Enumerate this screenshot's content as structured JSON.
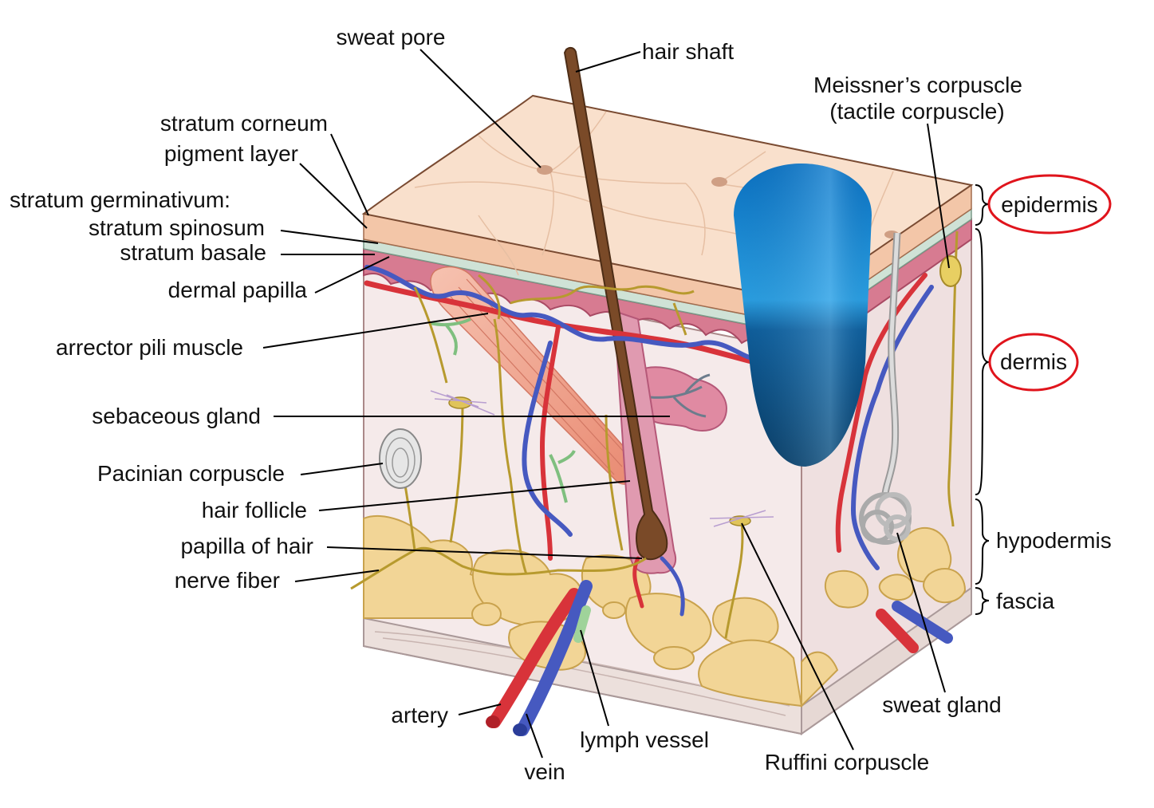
{
  "labels": {
    "sweat_pore": "sweat pore",
    "hair_shaft": "hair shaft",
    "meissner_line1": "Meissner’s corpuscle",
    "meissner_line2": "(tactile corpuscle)",
    "stratum_corneum": "stratum corneum",
    "pigment_layer": "pigment layer",
    "stratum_germinativum": "stratum germinativum:",
    "stratum_spinosum": "stratum spinosum",
    "stratum_basale": "stratum basale",
    "dermal_papilla": "dermal papilla",
    "arrector_pili_muscle": "arrector pili muscle",
    "sebaceous_gland": "sebaceous gland",
    "pacinian_corpuscle": "Pacinian corpuscle",
    "hair_follicle": "hair follicle",
    "papilla_of_hair": "papilla of hair",
    "nerve_fiber": "nerve fiber",
    "artery": "artery",
    "vein": "vein",
    "lymph_vessel": "lymph vessel",
    "ruffini_corpuscle": "Ruffini corpuscle",
    "sweat_gland": "sweat gland"
  },
  "layers": {
    "epidermis": "epidermis",
    "dermis": "dermis",
    "hypodermis": "hypodermis",
    "fascia": "fascia"
  },
  "colors": {
    "epidermis_surface": "#f8dcc6",
    "dermis": "#f5e9e9",
    "fat": "#f2d596",
    "artery": "#d8333a",
    "vein": "#4659c0",
    "nerve": "#b79a2e",
    "hair": "#7a4a28",
    "muscle": "#ee9d86",
    "highlight_ring": "#e0141c",
    "overlay_cylinder": "#0a67b0"
  }
}
